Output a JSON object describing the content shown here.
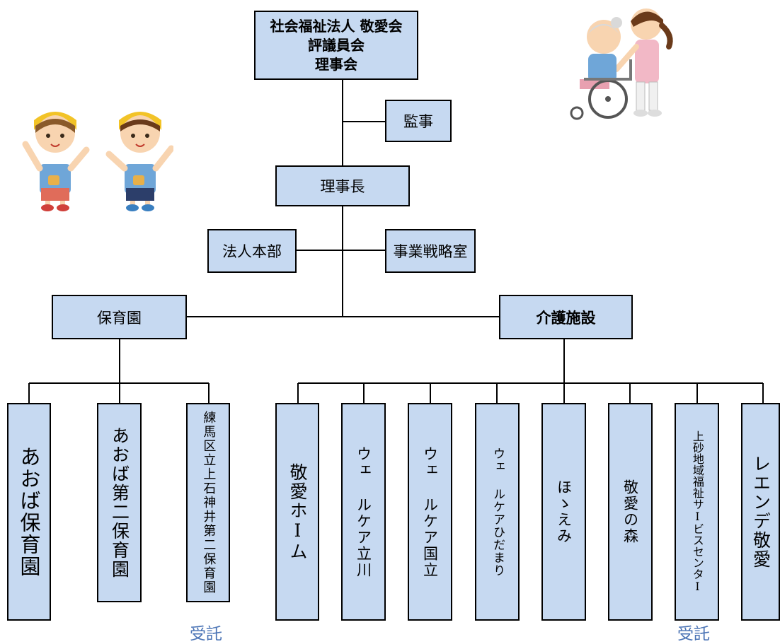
{
  "top": {
    "line1": "社会福祉法人 敬愛会",
    "line2": "評議員会",
    "line3": "理事会"
  },
  "auditor": "監事",
  "chairman": "理事長",
  "hq": "法人本部",
  "strategy": "事業戦略室",
  "nursery": "保育園",
  "care": "介護施設",
  "nurseries": [
    "あおば保育園",
    "あおば第二保育園",
    "練馬区立上石神井第二保育園"
  ],
  "facilities": [
    "敬愛ホIム",
    "ウェ ルケア立川",
    "ウェ ルケア国立",
    "ウェ ルケアひだまり",
    "ほゝえみ",
    "敬愛の森",
    "上砂地域福祉サIビスセンタI",
    "レエンデ敬愛"
  ],
  "notes": {
    "left": "受託",
    "right": "受託"
  },
  "colors": {
    "box_fill": "#c6d9f1",
    "note_text": "#4a73b5"
  }
}
